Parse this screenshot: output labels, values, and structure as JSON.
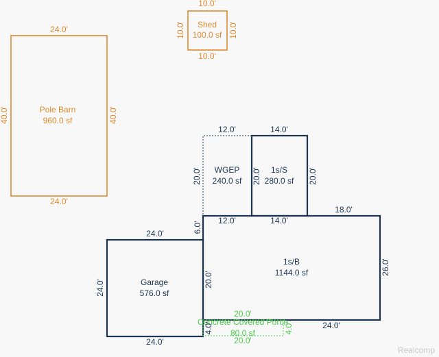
{
  "colors": {
    "orange": "#e08a2e",
    "navy": "#1c3550",
    "green": "#4dcc4d",
    "watermark": "#c8c8c8"
  },
  "shed": {
    "name": "Shed",
    "area": "100.0 sf",
    "top": "10.0'",
    "bottom": "10.0'",
    "left": "10.0'",
    "right": "10.0'"
  },
  "pole_barn": {
    "name": "Pole Barn",
    "area": "960.0 sf",
    "top": "24.0'",
    "bottom": "24.0'",
    "left": "40.0'",
    "right": "40.0'"
  },
  "wgep": {
    "name": "WGEP",
    "area": "240.0 sf",
    "top": "12.0'",
    "left": "20.0'",
    "bottom": "12.0'"
  },
  "one_s_s": {
    "name": "1s/S",
    "area": "280.0 sf",
    "top": "14.0'",
    "left": "20.0'",
    "right": "20.0'",
    "bottom": "14.0'"
  },
  "one_s_b": {
    "name": "1s/B",
    "area": "1144.0 sf",
    "top_right": "18.0'",
    "right": "26.0'",
    "bottom": "24.0'",
    "left_upper": "6.0'",
    "left_lower": "20.0'"
  },
  "garage": {
    "name": "Garage",
    "area": "576.0 sf",
    "top": "24.0'",
    "bottom": "24.0'",
    "left": "24.0'"
  },
  "porch": {
    "name": "Concrete Covered Porch",
    "area": "80.0 sf",
    "top": "20.0'",
    "bottom": "20.0'",
    "left": "4.0'",
    "right": "4.0'"
  },
  "watermark": "Realcomp"
}
